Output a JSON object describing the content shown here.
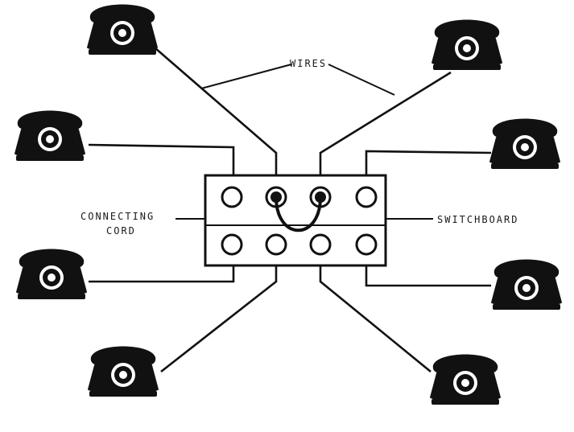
{
  "labels": {
    "wires": "WIRES",
    "connecting_cord_line1": "CONNECTING",
    "connecting_cord_line2": "CORD",
    "switchboard": "SWITCHBOARD"
  },
  "telephones": [
    {
      "icon": "telephone-icon"
    },
    {
      "icon": "telephone-icon"
    },
    {
      "icon": "telephone-icon"
    },
    {
      "icon": "telephone-icon"
    },
    {
      "icon": "telephone-icon"
    },
    {
      "icon": "telephone-icon"
    },
    {
      "icon": "telephone-icon"
    },
    {
      "icon": "telephone-icon"
    }
  ],
  "switchboard": {
    "jack_rows": 2,
    "jacks_per_row": 4,
    "connected_jacks": [
      2,
      3
    ]
  },
  "colors": {
    "ink": "#111111",
    "paper": "#ffffff"
  }
}
